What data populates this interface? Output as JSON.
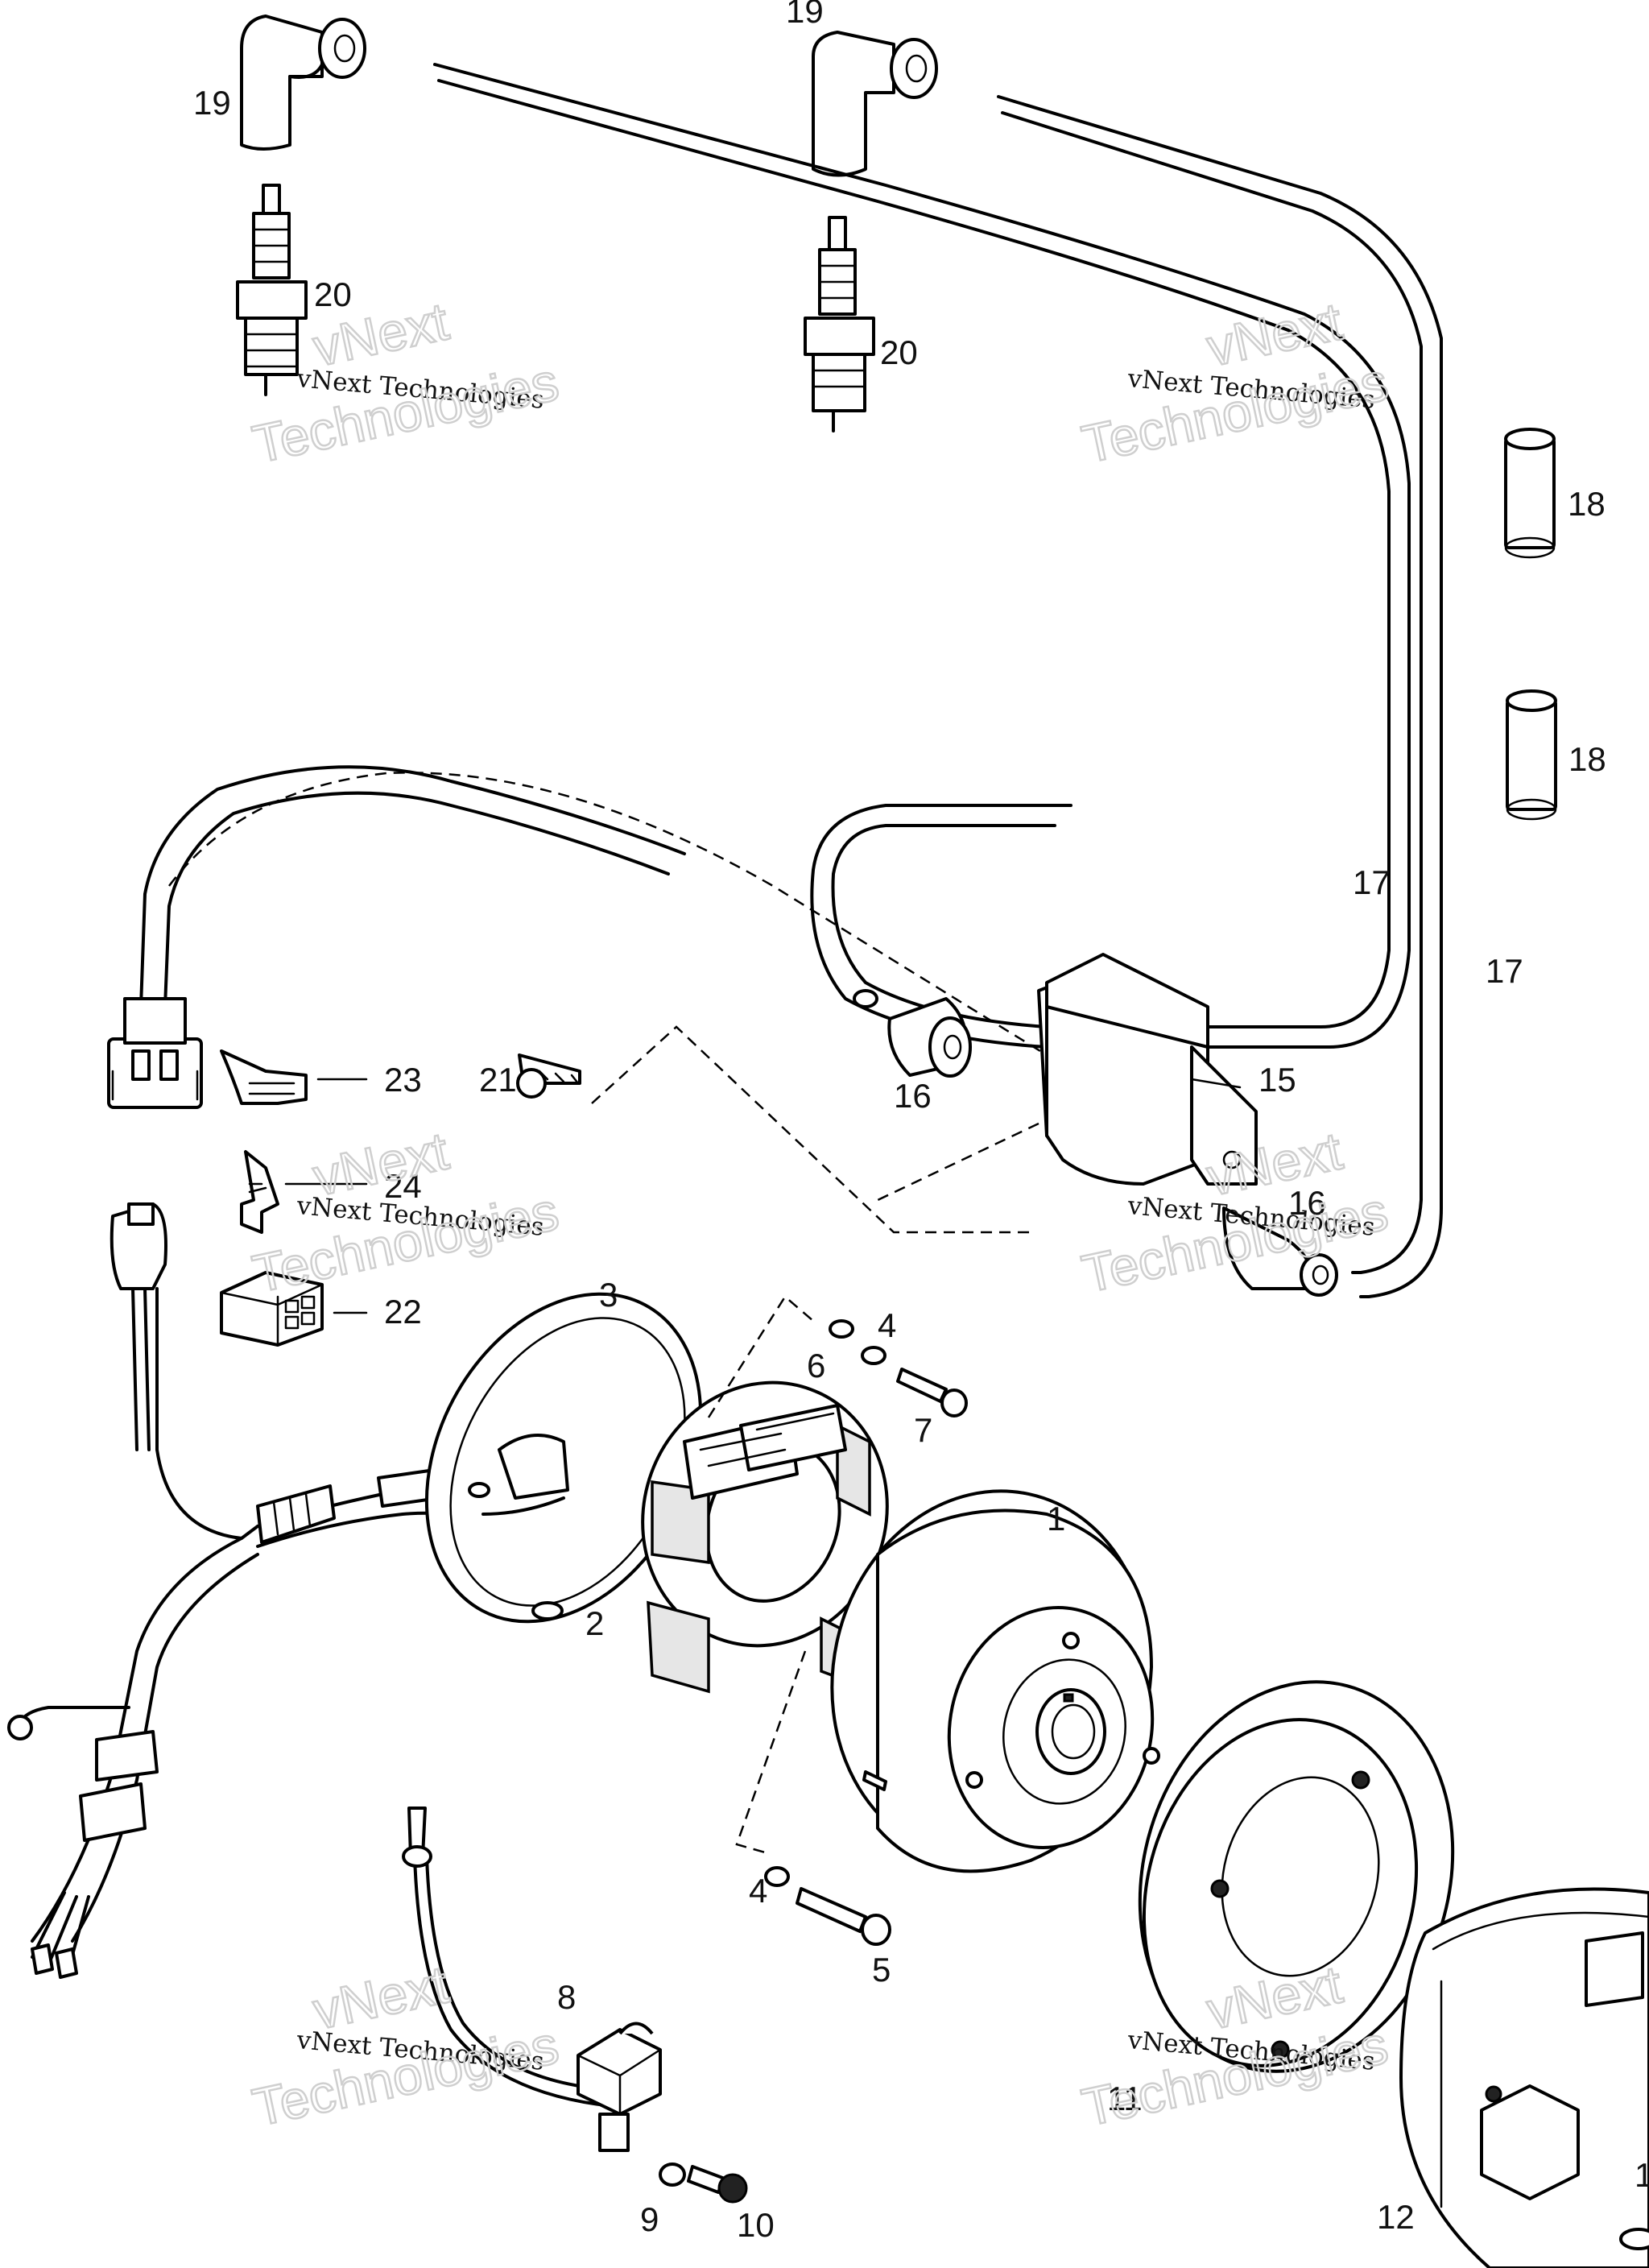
{
  "diagram": {
    "callouts": [
      {
        "id": "c19a",
        "label": "19"
      },
      {
        "id": "c19b",
        "label": "19"
      },
      {
        "id": "c20a",
        "label": "20"
      },
      {
        "id": "c20b",
        "label": "20"
      },
      {
        "id": "c18a",
        "label": "18"
      },
      {
        "id": "c18b",
        "label": "18"
      },
      {
        "id": "c17a",
        "label": "17"
      },
      {
        "id": "c17b",
        "label": "17"
      },
      {
        "id": "c15",
        "label": "15"
      },
      {
        "id": "c16a",
        "label": "16"
      },
      {
        "id": "c16b",
        "label": "16"
      },
      {
        "id": "c21",
        "label": "21"
      },
      {
        "id": "c23",
        "label": "23"
      },
      {
        "id": "c24",
        "label": "24"
      },
      {
        "id": "c22",
        "label": "22"
      },
      {
        "id": "c3",
        "label": "3"
      },
      {
        "id": "c6",
        "label": "6"
      },
      {
        "id": "c4a",
        "label": "4"
      },
      {
        "id": "c7",
        "label": "7"
      },
      {
        "id": "c1",
        "label": "1"
      },
      {
        "id": "c2",
        "label": "2"
      },
      {
        "id": "c4b",
        "label": "4"
      },
      {
        "id": "c5",
        "label": "5"
      },
      {
        "id": "c8",
        "label": "8"
      },
      {
        "id": "c9",
        "label": "9"
      },
      {
        "id": "c10",
        "label": "10"
      },
      {
        "id": "c11",
        "label": "11"
      },
      {
        "id": "c12",
        "label": "12"
      },
      {
        "id": "c13",
        "label": "1"
      }
    ],
    "watermarks": [
      {
        "id": "w1",
        "brand": "vNext",
        "line1": "vNext Technologies",
        "line2": "Technologies"
      },
      {
        "id": "w2",
        "brand": "vNext",
        "line1": "vNext Technologies",
        "line2": "Technologies"
      },
      {
        "id": "w3",
        "brand": "vNext",
        "line1": "vNext Technologies",
        "line2": "Technologies"
      },
      {
        "id": "w4",
        "brand": "vNext",
        "line1": "vNext Technologies",
        "line2": "Technologies"
      },
      {
        "id": "w5",
        "brand": "vNext",
        "line1": "vNext Technologies",
        "line2": "Technologies"
      },
      {
        "id": "w6",
        "brand": "vNext",
        "line1": "vNext Technologies",
        "line2": "Technologies"
      }
    ]
  }
}
